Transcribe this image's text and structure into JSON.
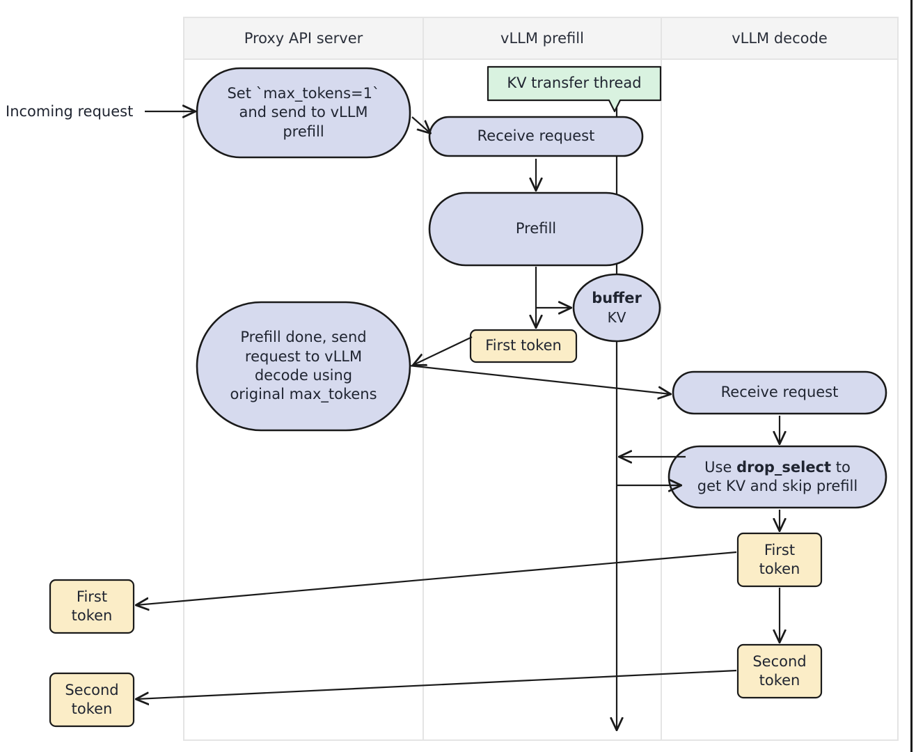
{
  "diagram": {
    "type": "swimlane-flowchart",
    "title_present": false,
    "lanes": [
      {
        "id": "proxy",
        "label": "Proxy API server"
      },
      {
        "id": "prefill",
        "label": "vLLM prefill"
      },
      {
        "id": "decode",
        "label": "vLLM decode"
      }
    ],
    "colors": {
      "lavender_fill": "#d6daee",
      "lavender_stroke": "#1a1a1a",
      "yellow_fill": "#fbedc7",
      "yellow_stroke": "#1a1a1a",
      "green_fill": "#d9f2e0",
      "green_stroke": "#1a1a1a",
      "lane_header_fill": "#f4f4f4",
      "lane_divider": "#e4e4e4",
      "edge_stroke": "#1a1a1a",
      "text": "#1f2430"
    },
    "free_text": [
      {
        "id": "incoming-request",
        "text": "Incoming request"
      }
    ],
    "nodes": [
      {
        "id": "kv-transfer-thread",
        "lane": "prefill",
        "shape": "note",
        "text": "KV transfer thread",
        "fill": "green"
      },
      {
        "id": "proxy-set-max-tokens",
        "lane": "proxy",
        "shape": "stadium",
        "text": "Set `max_tokens=1`\nand send to vLLM\nprefill",
        "fill": "lavender"
      },
      {
        "id": "prefill-receive-request",
        "lane": "prefill",
        "shape": "stadium",
        "text": "Receive request",
        "fill": "lavender"
      },
      {
        "id": "prefill-prefill",
        "lane": "prefill",
        "shape": "stadium",
        "text": "Prefill",
        "fill": "lavender"
      },
      {
        "id": "buffer-kv",
        "lane": "prefill",
        "shape": "ellipse",
        "text_bold": "buffer",
        "text": "KV",
        "fill": "lavender"
      },
      {
        "id": "prefill-first-token",
        "lane": "prefill",
        "shape": "rounded-rect",
        "text": "First token",
        "fill": "yellow"
      },
      {
        "id": "proxy-prefill-done",
        "lane": "proxy",
        "shape": "stadium",
        "text": "Prefill done, send\nrequest to vLLM\ndecode using\noriginal max_tokens",
        "fill": "lavender"
      },
      {
        "id": "decode-receive-request",
        "lane": "decode",
        "shape": "stadium",
        "text": "Receive request",
        "fill": "lavender"
      },
      {
        "id": "decode-drop-select",
        "lane": "decode",
        "shape": "stadium",
        "text_parts": [
          "Use ",
          "drop_select",
          " to",
          "get KV and skip prefill"
        ],
        "line1_pre": "Use ",
        "line1_bold": "drop_select",
        "line1_post": " to",
        "line2": "get KV and skip prefill",
        "fill": "lavender"
      },
      {
        "id": "decode-first-token",
        "lane": "decode",
        "shape": "rounded-rect",
        "text": "First\ntoken",
        "fill": "yellow"
      },
      {
        "id": "decode-second-token",
        "lane": "decode",
        "shape": "rounded-rect",
        "text": "Second\ntoken",
        "fill": "yellow"
      },
      {
        "id": "out-first-token",
        "lane": "outside-left",
        "shape": "rounded-rect",
        "text": "First\ntoken",
        "fill": "yellow"
      },
      {
        "id": "out-second-token",
        "lane": "outside-left",
        "shape": "rounded-rect",
        "text": "Second\ntoken",
        "fill": "yellow"
      }
    ],
    "edges": [
      {
        "from": "incoming-request",
        "to": "proxy-set-max-tokens",
        "label": ""
      },
      {
        "from": "proxy-set-max-tokens",
        "to": "prefill-receive-request",
        "label": ""
      },
      {
        "from": "prefill-receive-request",
        "to": "prefill-prefill",
        "label": ""
      },
      {
        "from": "prefill-prefill",
        "to": "prefill-first-token",
        "label": ""
      },
      {
        "from": "prefill-prefill",
        "to": "buffer-kv",
        "label": ""
      },
      {
        "from": "prefill-first-token",
        "to": "proxy-prefill-done",
        "label": ""
      },
      {
        "from": "proxy-prefill-done",
        "to": "decode-receive-request",
        "label": ""
      },
      {
        "from": "decode-receive-request",
        "to": "decode-drop-select",
        "label": ""
      },
      {
        "from": "decode-drop-select",
        "to": "kv-lifeline",
        "label": ""
      },
      {
        "from": "kv-lifeline",
        "to": "decode-drop-select",
        "label": ""
      },
      {
        "from": "decode-drop-select",
        "to": "decode-first-token",
        "label": ""
      },
      {
        "from": "decode-first-token",
        "to": "decode-second-token",
        "label": ""
      },
      {
        "from": "decode-first-token",
        "to": "out-first-token",
        "label": ""
      },
      {
        "from": "decode-second-token",
        "to": "out-second-token",
        "label": ""
      }
    ]
  }
}
